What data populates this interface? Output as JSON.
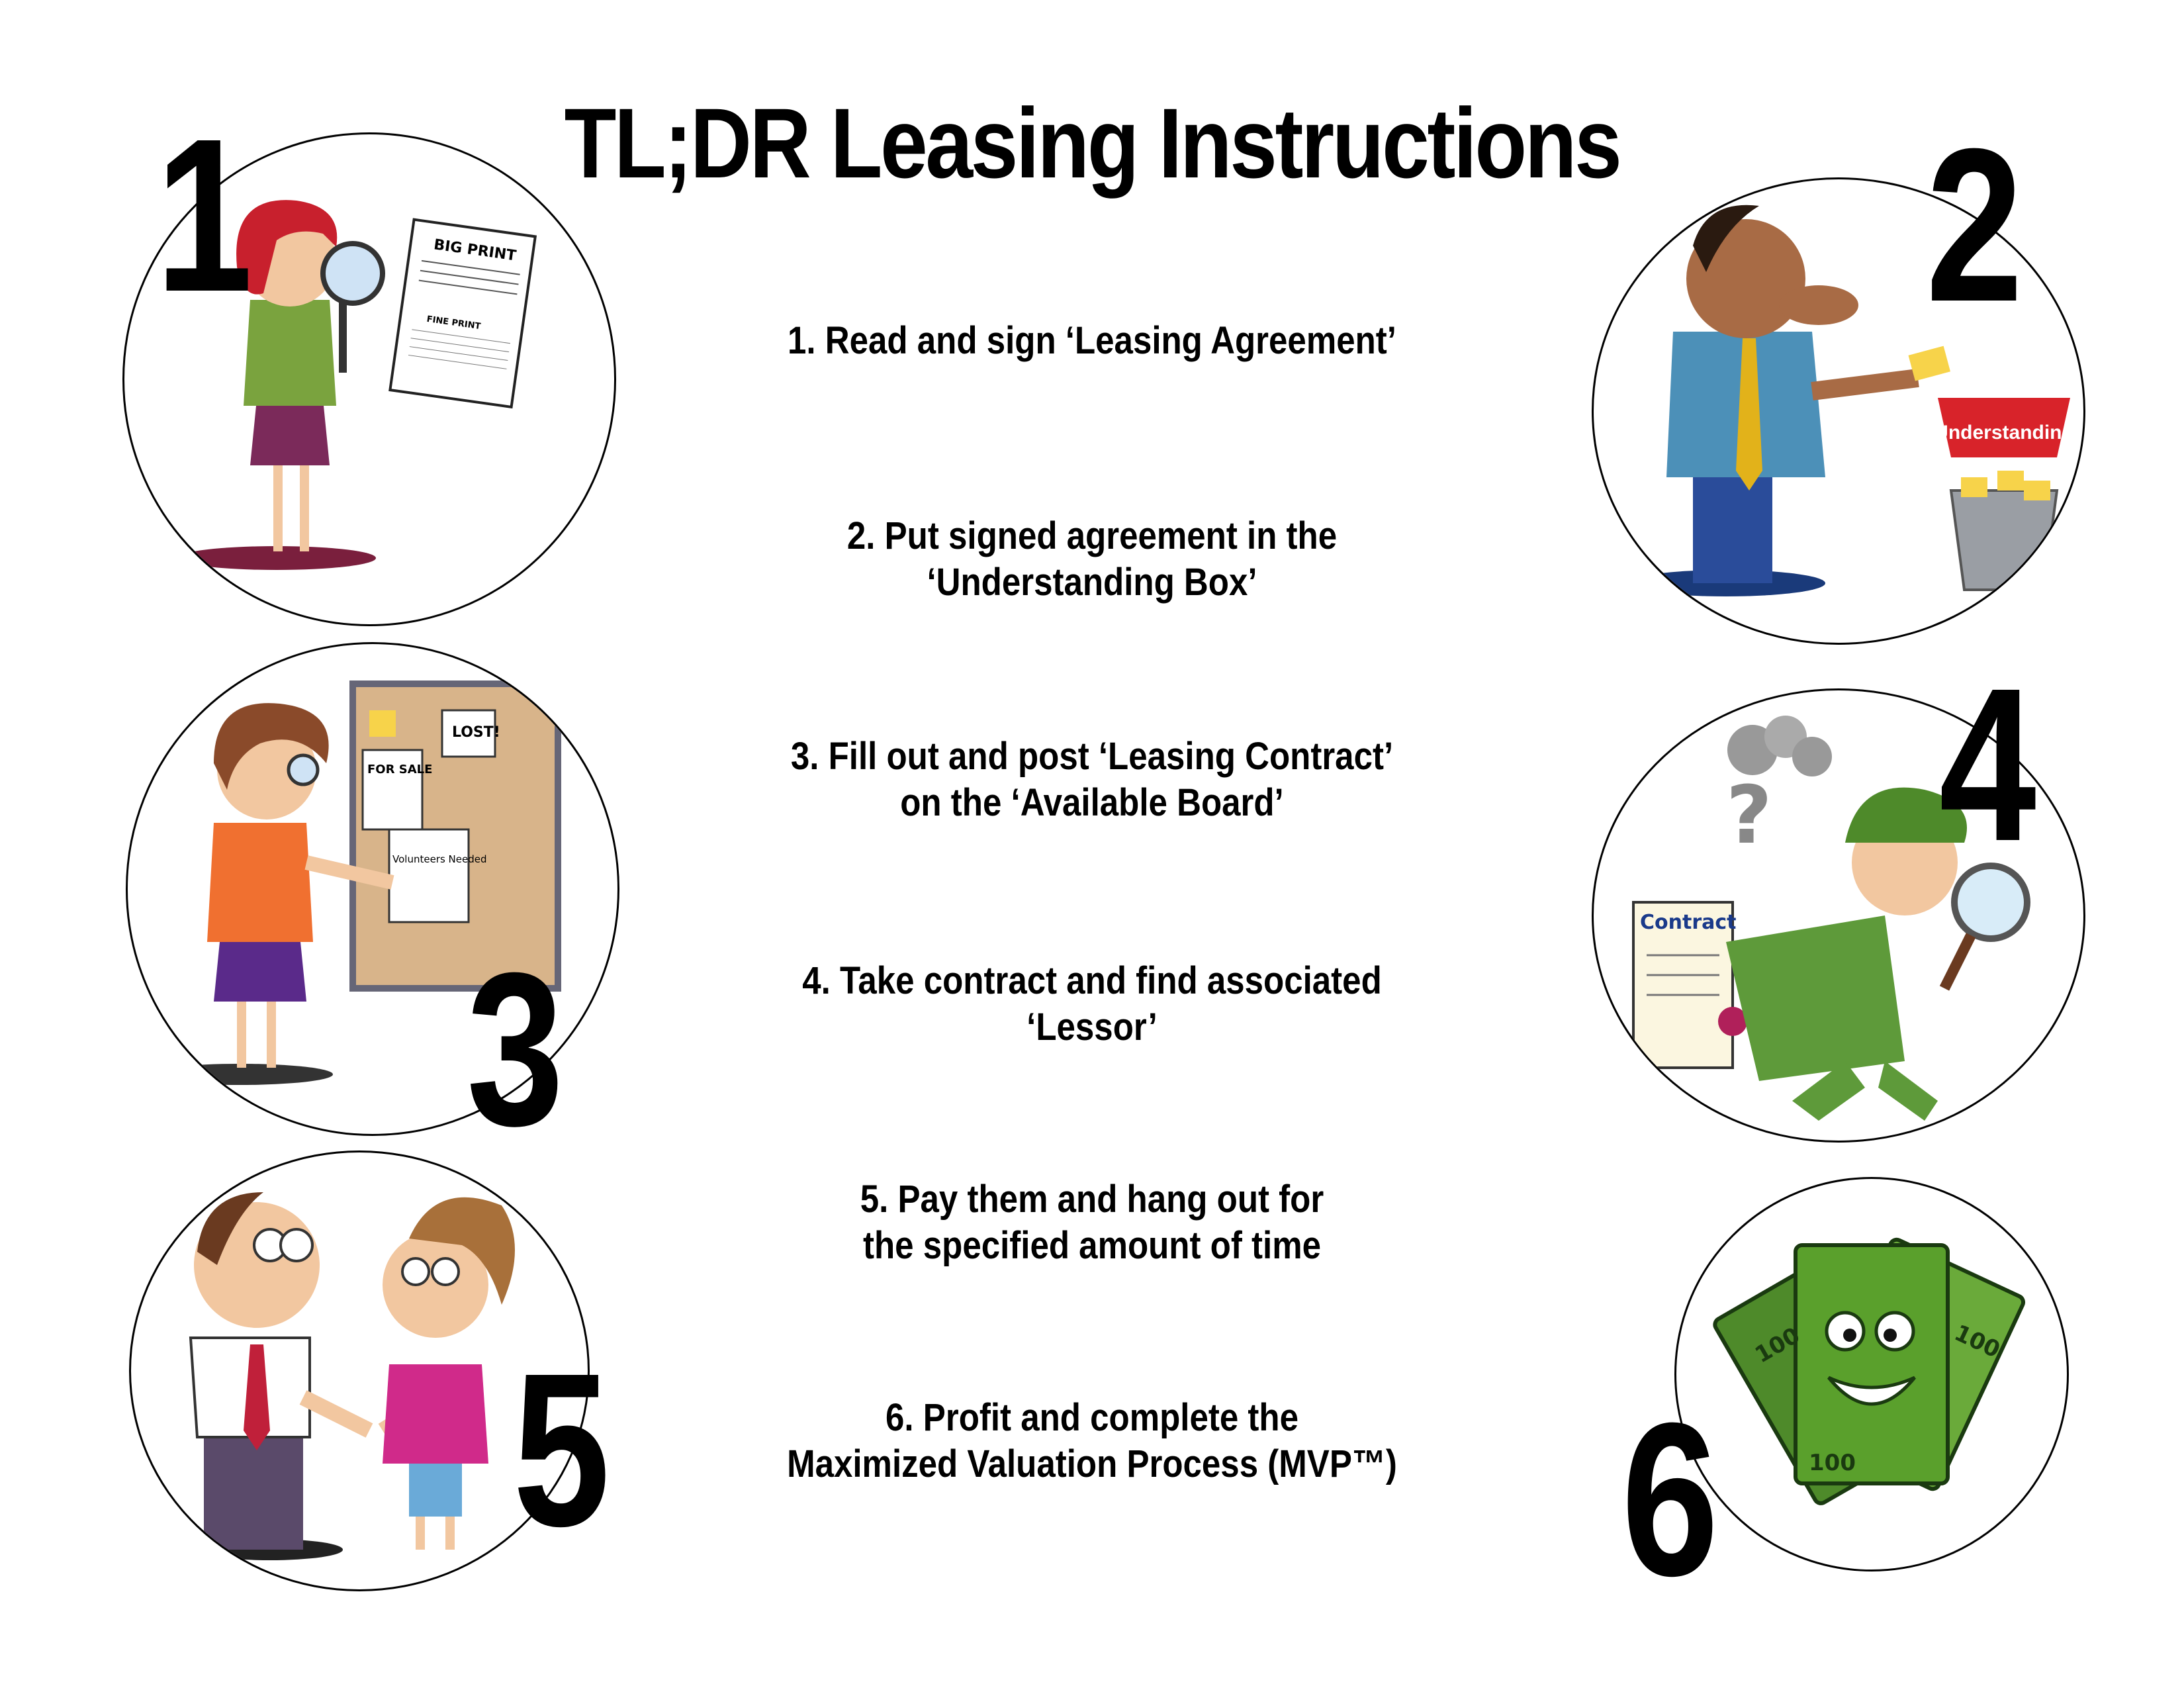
{
  "title": "TL;DR Leasing Instructions",
  "numbers": [
    "1",
    "2",
    "3",
    "4",
    "5",
    "6"
  ],
  "steps": [
    {
      "lines": [
        "1. Read and sign ‘Leasing Agreement’"
      ]
    },
    {
      "lines": [
        "2. Put signed agreement in the",
        "‘Understanding Box’"
      ]
    },
    {
      "lines": [
        "3. Fill out and post ‘Leasing Contract’",
        "on the ‘Available Board’"
      ]
    },
    {
      "lines": [
        "4. Take contract and find associated",
        "‘Lessor’"
      ]
    },
    {
      "lines": [
        "5. Pay them and hang out for",
        "the specified amount of time"
      ]
    },
    {
      "lines": [
        "6. Profit and complete the",
        "Maximized Valuation Process (MVP™)"
      ]
    }
  ],
  "illustrations": {
    "step1": {
      "icon": "reading-fine-print-icon",
      "paper_heading": "BIG PRINT",
      "paper_subheading": "FINE PRINT"
    },
    "step2": {
      "icon": "understanding-box-icon",
      "box_label": "Understanding"
    },
    "step3": {
      "icon": "bulletin-board-icon",
      "notes": [
        "LOST!",
        "FOR SALE",
        "Volunteers Needed"
      ]
    },
    "step4": {
      "icon": "detective-icon",
      "scroll_label": "Contract"
    },
    "step5": {
      "icon": "handshake-icon"
    },
    "step6": {
      "icon": "money-pile-icon",
      "bill_labels": [
        "100",
        "100",
        "100"
      ]
    }
  },
  "colors": {
    "box_red": "#d8232a",
    "money_green": "#5aa02c",
    "board_tan": "#d8b48a"
  }
}
